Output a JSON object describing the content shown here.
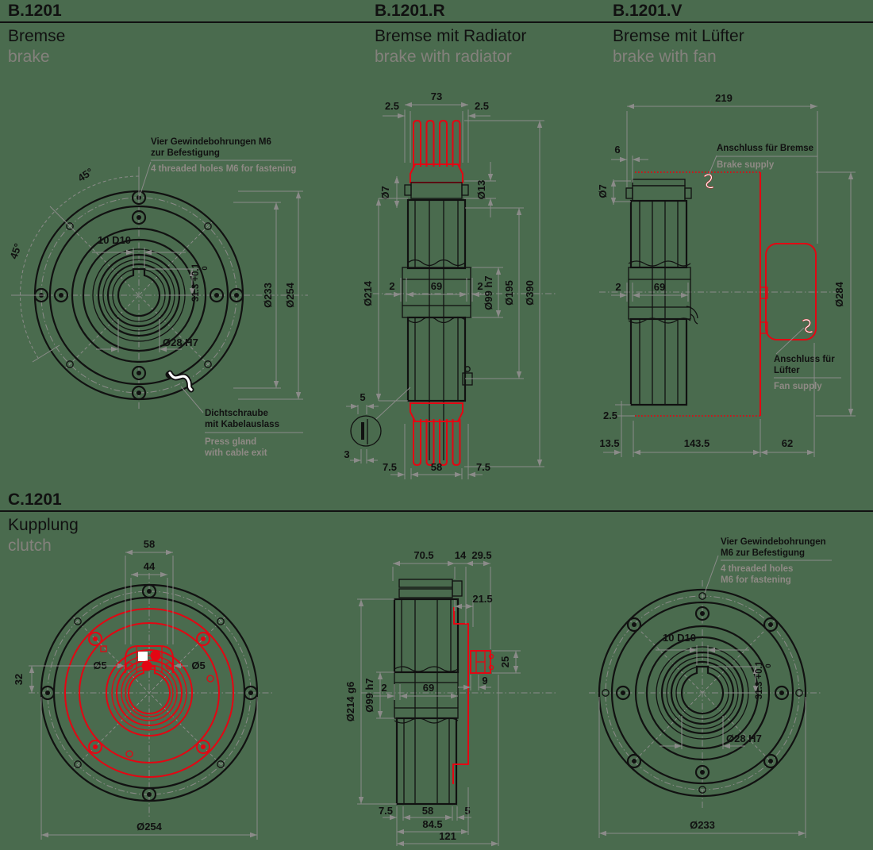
{
  "colors": {
    "background": "#4a6b4e",
    "line": "#111111",
    "dim_gray": "#8b8b89",
    "gray_text": "#8f8a85",
    "red": "#e30613"
  },
  "sections": {
    "b": {
      "code": "B.1201",
      "title_de": "Bremse",
      "title_en": "brake"
    },
    "br": {
      "code": "B.1201.R",
      "title_de": "Bremse mit Radiator",
      "title_en": "brake with radiator"
    },
    "bv": {
      "code": "B.1201.V",
      "title_de": "Bremse mit Lüfter",
      "title_en": "brake with fan"
    },
    "c": {
      "code": "C.1201",
      "title_de": "Kupplung",
      "title_en": "clutch"
    }
  },
  "front_view": {
    "ann_threads_de1": "Vier Gewindebohrungen M6",
    "ann_threads_de2": "zur Befestigung",
    "ann_threads_en": "4 threaded holes M6 for fastening",
    "angle_a": "45°",
    "angle_b": "45°",
    "keyway": "10 D10",
    "hub_depth": "31.3 +0.1",
    "hub_depth_tol": "0",
    "bore": "Ø28 H7",
    "dia_bolt": "Ø233",
    "dia_outer": "Ø254",
    "ann_gland_de1": "Dichtschraube",
    "ann_gland_de2": "mit Kabelauslass",
    "ann_gland_en1": "Press gland",
    "ann_gland_en2": "with cable exit"
  },
  "radiator_section": {
    "width_total": "73",
    "offset_left": "2.5",
    "offset_right": "2.5",
    "dia_left": "Ø7",
    "dia_right": "Ø13",
    "dia_body": "Ø214",
    "gap_left": "2",
    "hub_width": "69",
    "gap_right": "2",
    "dia_hub": "Ø99 h7",
    "dia_mid": "Ø195",
    "dia_fins": "Ø390",
    "detail_top": "5",
    "detail_bottom": "3",
    "fin_offset_left": "7.5",
    "fin_width": "58",
    "fin_offset_right": "7.5"
  },
  "fan_section": {
    "width_total": "219",
    "step": "6",
    "dia_pin": "Ø7",
    "ann_brake_de": "Anschluss für Bremse",
    "ann_brake_en": "Brake supply",
    "ann_fan_de1": "Anschluss für",
    "ann_fan_de2": "Lüfter",
    "ann_fan_en": "Fan supply",
    "dia_fan": "Ø284",
    "gap": "2",
    "hub_width": "69",
    "offset_bottom": "2.5",
    "len_left": "13.5",
    "len_mid": "143.5",
    "len_right": "62"
  },
  "clutch_front": {
    "width_top": "58",
    "width_inner": "44",
    "dia_hole_left": "Ø5",
    "dia_hole_right": "Ø5",
    "height": "32",
    "dia_outer": "Ø254"
  },
  "clutch_section": {
    "w1": "70.5",
    "w2": "14",
    "w3": "29.5",
    "w4": "21.5",
    "dia_body": "Ø214 g6",
    "dia_hub": "Ø99 h7",
    "gap": "2",
    "hub_width": "69",
    "conn_height": "25",
    "conn_width": "9",
    "b1": "7.5",
    "b2": "58",
    "b3": "5",
    "b4": "84.5",
    "b5": "121"
  },
  "clutch_rear": {
    "ann_de1": "Vier Gewindebohrungen",
    "ann_de2": "M6 zur Befestigung",
    "ann_en1": "4 threaded holes",
    "ann_en2": "M6 for fastening",
    "keyway": "10 D10",
    "hub_depth": "31.3 +0.1",
    "hub_depth_tol": "0",
    "bore": "Ø28 H7",
    "dia_bolt": "Ø233"
  }
}
